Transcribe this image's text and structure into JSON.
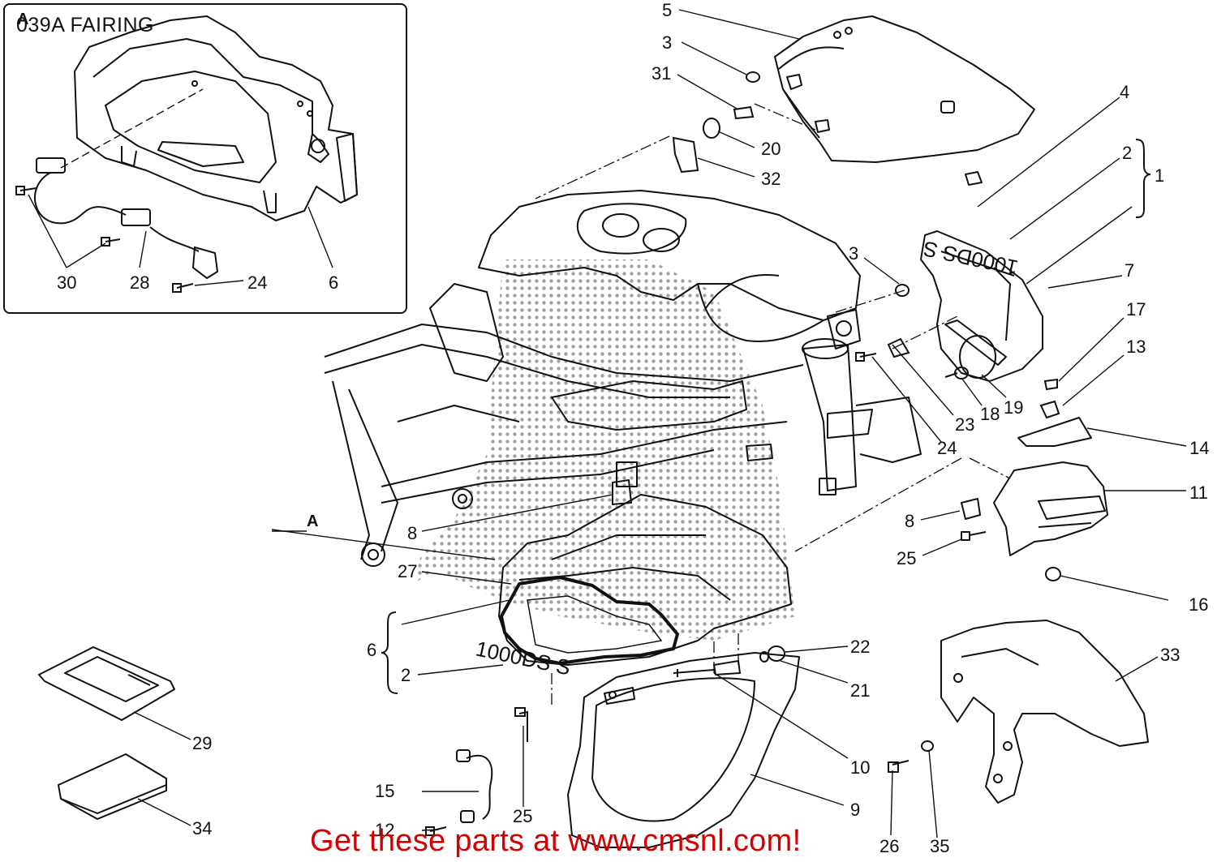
{
  "diagram": {
    "title": "039A FAIRING",
    "inset_label": "A",
    "section_label": "A",
    "promo_text": "Get these parts at www.cmsnl.com!",
    "decal_text_main": "1000DS S",
    "decal_text_upper": "1000DS S",
    "callouts": [
      "5",
      "3",
      "31",
      "20",
      "32",
      "4",
      "2",
      "1",
      "3",
      "7",
      "17",
      "13",
      "14",
      "11",
      "8",
      "25",
      "16",
      "23",
      "18",
      "19",
      "24",
      "8",
      "27",
      "6",
      "2",
      "22",
      "21",
      "10",
      "9",
      "33",
      "29",
      "34",
      "15",
      "12",
      "25",
      "26",
      "35",
      "30",
      "28",
      "24",
      "6"
    ]
  },
  "colors": {
    "line": "#111111",
    "promo": "#d40000",
    "halftone": "#888888"
  }
}
